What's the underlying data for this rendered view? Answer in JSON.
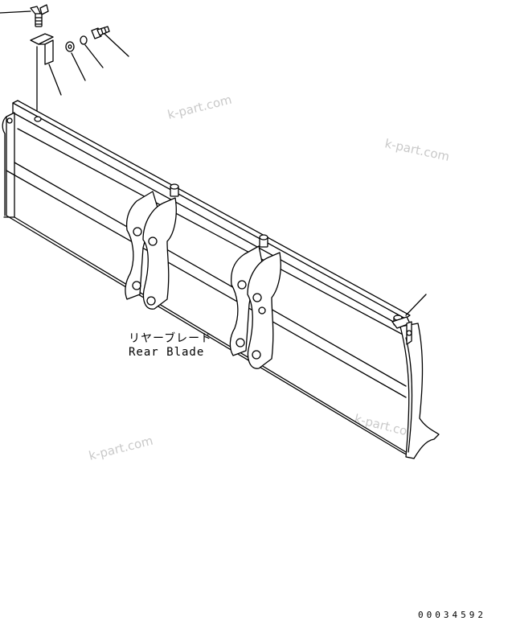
{
  "diagram": {
    "part_label_jp": "リヤーブレード",
    "part_label_en": "Rear Blade",
    "figure_number": "00034592",
    "watermarks": [
      "k-part.com",
      "k-part.com",
      "k-part.com",
      "k-part.com"
    ]
  }
}
